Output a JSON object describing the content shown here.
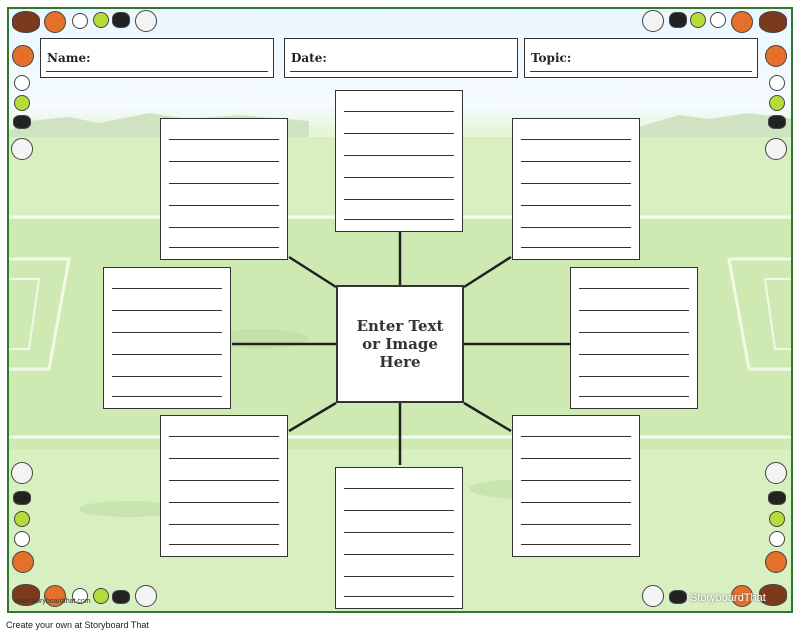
{
  "header": {
    "name_label": "Name:",
    "date_label": "Date:",
    "topic_label": "Topic:"
  },
  "center": {
    "text": "Enter Text\nor Image\nHere"
  },
  "footer": {
    "credit": "Create your own at Storyboard That",
    "watermark": "StoryboardThat",
    "watermark_small": "www.storyboardthat.com"
  },
  "theme": {
    "border_color": "#2d7a2d",
    "field_color": "#d9f0c3",
    "sky_color": "#eaf6ff"
  },
  "decorations": {
    "corner_icons": [
      "football-icon",
      "basketball-icon",
      "baseball-icon",
      "tennis-ball-icon",
      "hockey-puck-icon",
      "volleyball-icon"
    ]
  }
}
